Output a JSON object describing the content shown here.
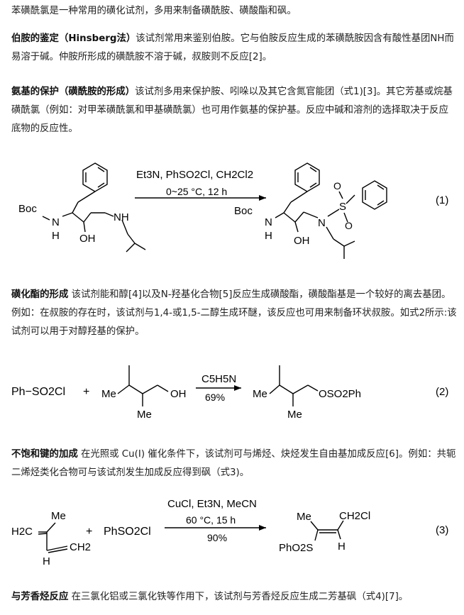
{
  "intro": "苯磺酰氯是一种常用的磺化试剂，多用来制备磺酰胺、磺酸酯和砜。",
  "sections": [
    {
      "title": "伯胺的鉴定（Hinsberg法）",
      "body": "该试剂常用来鉴别伯胺。它与伯胺反应生成的苯磺酰胺因含有酸性基团NH而易溶于碱。仲胺所形成的磺酰胺不溶于碱，叔胺则不反应[2]。"
    },
    {
      "title": "氨基的保护（磺酰胺的形成）",
      "body": "该试剂多用来保护胺、吲哚以及其它含氮官能团（式1)[3]。其它芳基或烷基磺酰氯（例如：对甲苯磺酰氯和甲基磺酰氯）也可用作氨基的保护基。反应中碱和溶剂的选择取决于反应底物的反应性。"
    },
    {
      "title": "磺化酯的形成",
      "body": " 该试剂能和醇[4]以及N-羟基化合物[5]反应生成磺酸酯，磺酸酯基是一个较好的离去基团。例如：在叔胺的存在时，该试剂与1,4-或1,5-二醇生成环醚，该反应也可用来制备环状叔胺。如式2所示:该试剂可以用于对醇羟基的保护。"
    },
    {
      "title": "不饱和键的加成",
      "body": " 在光照或 Cu(I) 催化条件下，该试剂可与烯烃、炔烃发生自由基加成反应[6]。例如：共轭二烯烃类化合物可与该试剂发生加成反应得到砜（式3)。"
    },
    {
      "title": "与芳香烃反应",
      "body": " 在三氯化铝或三氯化铁等作用下，该试剂与芳香烃反应生成二芳基砜（式4)[7]。"
    }
  ],
  "scheme1": {
    "number": "(1)",
    "cond_top": "Et3N, PhSO2Cl, CH2Cl2",
    "cond_bottom": "0~25 °C, 12 h",
    "labels": {
      "boc": "Boc",
      "n": "N",
      "h": "H",
      "oh": "OH",
      "nh": "NH",
      "s": "S",
      "o": "O"
    }
  },
  "scheme2": {
    "number": "(2)",
    "reagent": "Ph−SO2Cl",
    "plus": "+",
    "cond_top": "C5H5N",
    "cond_bottom": "69%",
    "labels": {
      "me": "Me",
      "oh": "OH",
      "product_group": "OSO2Ph"
    }
  },
  "scheme3": {
    "number": "(3)",
    "reagent": "PhSO2Cl",
    "plus": "+",
    "cond_top": "CuCl, Et3N, MeCN",
    "cond_mid": "60 °C, 15 h",
    "cond_bottom": "90%",
    "labels": {
      "me": "Me",
      "h2c": "H2C",
      "ch2": "CH2",
      "h": "H",
      "ch2cl": "CH2Cl",
      "phso2": "PhO2S"
    }
  }
}
